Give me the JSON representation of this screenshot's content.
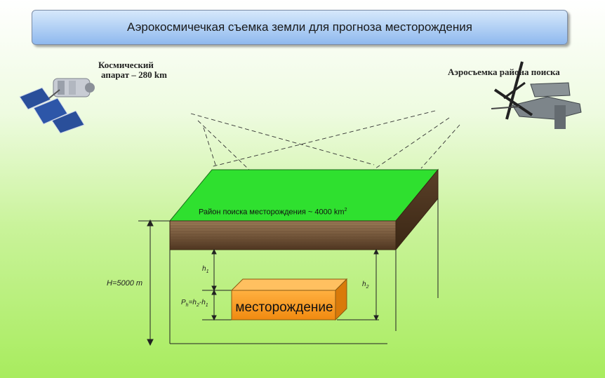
{
  "title": "Аэрокосмичечкая съемка земли для прогноза месторождения",
  "labels": {
    "spacecraft_line1": "Космический",
    "spacecraft_line2": "апарат – 280 km",
    "aerial": "Аэросъемка района поиска",
    "region": "Район поиска месторождения ~ 4000 km",
    "region_sup": "2",
    "height": "H=5000 m",
    "h1": "h",
    "h1_sub": "1",
    "h2": "h",
    "h2_sub": "2",
    "ph": "P",
    "ph_sub": "h",
    "ph_eq": "=h",
    "ph_sub2": "2",
    "ph_minus": "-h",
    "ph_sub3": "1",
    "deposit": "месторождение"
  },
  "colors": {
    "ground_top": "#2fe02f",
    "soil": "#7a5a3a",
    "deposit": "#ff9a1e"
  },
  "icons": [
    "satellite-icon",
    "aircraft-icon"
  ]
}
